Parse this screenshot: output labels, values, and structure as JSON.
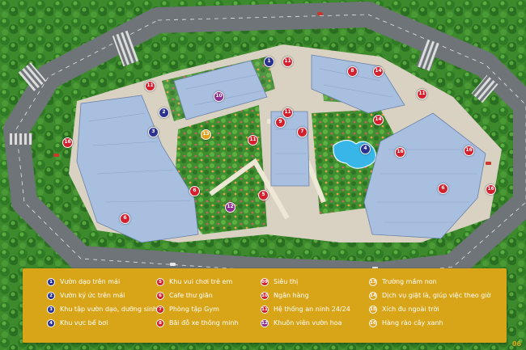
{
  "colors": {
    "blue_marker": "#2a3190",
    "red_marker": "#d3202f",
    "purple_marker": "#8b2e8f",
    "orange_marker": "#e2a21f",
    "legend_bg": "#d8a418",
    "grass": "#3c8a2e",
    "road": "#6f7478",
    "building": "#a9bfe0"
  },
  "markers": [
    {
      "num": "1",
      "color": "blue"
    },
    {
      "num": "2",
      "color": "blue"
    },
    {
      "num": "3",
      "color": "blue"
    },
    {
      "num": "4",
      "color": "blue"
    },
    {
      "num": "5",
      "color": "red"
    },
    {
      "num": "6",
      "color": "red"
    },
    {
      "num": "6",
      "color": "red"
    },
    {
      "num": "6",
      "color": "red"
    },
    {
      "num": "7",
      "color": "red"
    },
    {
      "num": "8",
      "color": "red"
    },
    {
      "num": "9",
      "color": "red"
    },
    {
      "num": "10",
      "color": "purple"
    },
    {
      "num": "11",
      "color": "red"
    },
    {
      "num": "11",
      "color": "red"
    },
    {
      "num": "11",
      "color": "red"
    },
    {
      "num": "11",
      "color": "red"
    },
    {
      "num": "11",
      "color": "red"
    },
    {
      "num": "12",
      "color": "purple"
    },
    {
      "num": "13",
      "color": "orange"
    },
    {
      "num": "14",
      "color": "red"
    },
    {
      "num": "14",
      "color": "red"
    },
    {
      "num": "16",
      "color": "red"
    },
    {
      "num": "16",
      "color": "red"
    },
    {
      "num": "16",
      "color": "red"
    },
    {
      "num": "16",
      "color": "red"
    }
  ],
  "legend": {
    "col1": [
      {
        "num": "1",
        "label": "Vườn dạo trên mái",
        "color": "blue"
      },
      {
        "num": "2",
        "label": "Vườn ký ức trên mái",
        "color": "blue"
      },
      {
        "num": "3",
        "label": "Khu tập vườn dạo, dưỡng sinh",
        "color": "blue"
      },
      {
        "num": "4",
        "label": "Khu vực bể bơi",
        "color": "blue"
      }
    ],
    "col2": [
      {
        "num": "5",
        "label": "Khu vui chơi trẻ em",
        "color": "red"
      },
      {
        "num": "6",
        "label": "Cafe thư giãn",
        "color": "red"
      },
      {
        "num": "7",
        "label": "Phòng tập Gym",
        "color": "red"
      },
      {
        "num": "8",
        "label": "Bãi đỗ xe thông minh",
        "color": "red"
      }
    ],
    "col3": [
      {
        "num": "09",
        "label": "Siêu thị",
        "color": "red"
      },
      {
        "num": "10",
        "label": "Ngân hàng",
        "color": "red"
      },
      {
        "num": "11",
        "label": "Hệ thống an ninh 24/24",
        "color": "red"
      },
      {
        "num": "12",
        "label": "Khuôn viên vườn hoa",
        "color": "purple"
      }
    ],
    "col4": [
      {
        "num": "13",
        "label": "Trường mầm non",
        "color": "orange"
      },
      {
        "num": "14",
        "label": "Dịch vụ giặt là, giúp việc theo giờ",
        "color": "orange"
      },
      {
        "num": "15",
        "label": "Xích đu ngoài trời",
        "color": "orange"
      },
      {
        "num": "16",
        "label": "Hàng rào cây xanh",
        "color": "orange"
      }
    ]
  },
  "page_number": "06"
}
